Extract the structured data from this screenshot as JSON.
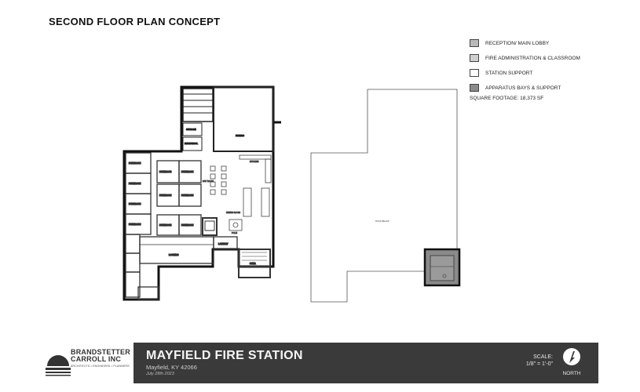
{
  "header": {
    "title": "SECOND FLOOR PLAN CONCEPT"
  },
  "legend": {
    "items": [
      {
        "label": "RECEPTION/ MAIN LOBBY",
        "color": "#b8b8b8"
      },
      {
        "label": "FIRE ADMINISTRATION & CLASSROOM",
        "color": "#cfcfcf"
      },
      {
        "label": "STATION SUPPORT",
        "color": "#ffffff"
      },
      {
        "label": "APPARATUS BAYS & SUPPORT",
        "color": "#8a8a8a"
      }
    ],
    "square_footage": "SQUARE FOOTAGE: 18,373 SF"
  },
  "plan": {
    "rooms": {
      "storage": "STORAGE",
      "mechanical": "MECHANICAL",
      "bunk": "BUNKROOM",
      "day_room": "DAY ROOM",
      "dining": "DINING ROOM",
      "kitchen": "KITCHEN",
      "laundry": "LAUNDRY",
      "lockers": "LOCKERS",
      "fitness": "FITNESS",
      "pole": "POLE",
      "roof_below": "ROOF BELOW",
      "stair": "STAIR"
    }
  },
  "title_block": {
    "firm_line1": "BRANDSTETTER",
    "firm_line2": "CARROLL INC",
    "firm_tagline": "ARCHITECTS • ENGINEERS • PLANNERS",
    "project_name": "MAYFIELD FIRE STATION",
    "city": "Mayfield, KY 42066",
    "date": "July 28th 2023",
    "scale_label": "SCALE:",
    "scale_value": "1/8\" = 1'-0\"",
    "north_label": "NORTH"
  }
}
